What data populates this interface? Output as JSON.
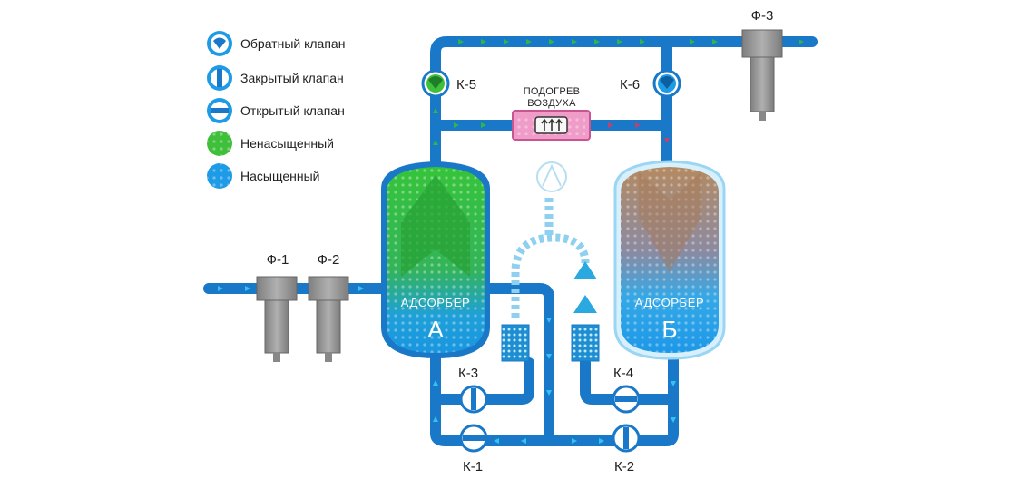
{
  "legend": {
    "items": [
      {
        "label": "Обратный клапан",
        "icon": "check-valve-icon"
      },
      {
        "label": "Закрытый клапан",
        "icon": "closed-valve-icon"
      },
      {
        "label": "Открытый клапан",
        "icon": "open-valve-icon"
      },
      {
        "label": "Ненасыщенный",
        "icon": "unsaturated-marker-icon"
      },
      {
        "label": "Насыщенный",
        "icon": "saturated-marker-icon"
      }
    ]
  },
  "filters": {
    "f1": "Ф-1",
    "f2": "Ф-2",
    "f3": "Ф-3"
  },
  "valves": {
    "k1": "К-1",
    "k2": "К-2",
    "k3": "К-3",
    "k4": "К-4",
    "k5": "К-5",
    "k6": "К-6"
  },
  "heater": {
    "line1": "ПОДОГРЕВ",
    "line2": "ВОЗДУХА"
  },
  "adsorber_a": {
    "title": "АДСОРБЕР",
    "letter": "А"
  },
  "adsorber_b": {
    "title": "АДСОРБЕР",
    "letter": "Б"
  },
  "colors": {
    "pipe": "#1a78c8",
    "pipe_light": "#8fd0f0",
    "saturated": "#1e9be6",
    "unsaturated": "#3fbf3a",
    "arrow_green": "#2fb64a",
    "arrow_cyan": "#34c3ee",
    "heater_pink": "#e88bbd",
    "filter_gray": "#9a9a9a"
  }
}
